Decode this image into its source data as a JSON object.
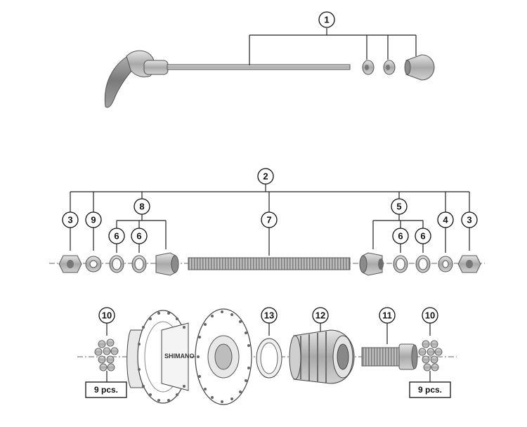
{
  "callouts": {
    "c1": "1",
    "c2": "2",
    "c3a": "3",
    "c3b": "3",
    "c4": "4",
    "c5": "5",
    "c6a": "6",
    "c6b": "6",
    "c6c": "6",
    "c6d": "6",
    "c7": "7",
    "c8": "8",
    "c9": "9",
    "c10a": "10",
    "c10b": "10",
    "c11": "11",
    "c12": "12",
    "c13": "13"
  },
  "pcs_label_left": "9 pcs.",
  "pcs_label_right": "9 pcs.",
  "brand": "SHIMANO",
  "colors": {
    "part_fill": "#c8c8c8",
    "part_dark": "#8a8a8a",
    "line": "#222222"
  }
}
